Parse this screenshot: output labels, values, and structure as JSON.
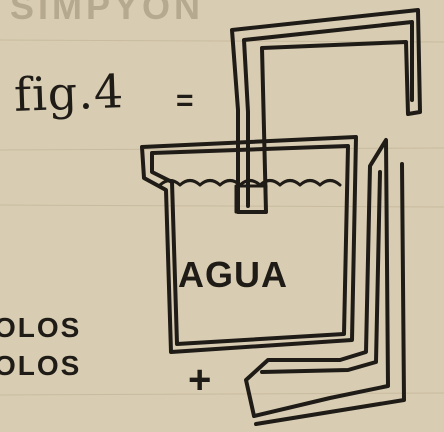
{
  "figure": {
    "label": "fig.4",
    "container_label": "AGUA",
    "minus_sign": "=",
    "plus_sign": "+",
    "side_text": [
      "OLOS",
      "OLOS"
    ],
    "top_fragment": "SIMPYON"
  },
  "colors": {
    "paper": "#d8ccb2",
    "ink": "#1f1b16",
    "faded_text": "#b5a98f"
  }
}
